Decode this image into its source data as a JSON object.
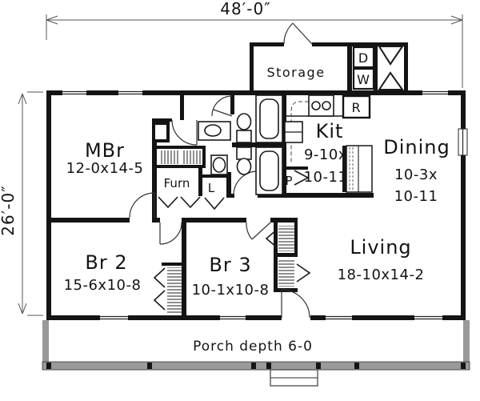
{
  "plan": {
    "dimensions": {
      "width": "48′-0″",
      "height": "26′-0″"
    },
    "rooms": {
      "mbr": {
        "name": "MBr",
        "size": "12-0x14-5"
      },
      "br2": {
        "name": "Br 2",
        "size": "15-6x10-8"
      },
      "br3": {
        "name": "Br 3",
        "size": "10-1x10-8"
      },
      "living": {
        "name": "Living",
        "size": "18-10x14-2"
      },
      "dining": {
        "name": "Dining",
        "size_line1": "10-3x",
        "size_line2": "10-11"
      },
      "kitchen": {
        "name": "Kit",
        "size_line1": "9-10x",
        "size_line2": "10-11"
      },
      "storage": {
        "name": "Storage"
      },
      "porch": {
        "label": "Porch depth 6-0"
      }
    },
    "labels": {
      "furnace": "Furn",
      "linen": "L",
      "pantry": "P",
      "dryer": "D",
      "washer": "W",
      "range": "R"
    },
    "fixtures": [
      "bathtub-upper",
      "bathtub-lower",
      "toilet-upper",
      "toilet-lower",
      "sink-upper",
      "sink-lower",
      "kitchen-sink",
      "oven",
      "clothes-closet",
      "shelf-closets",
      "entry-steps"
    ]
  }
}
